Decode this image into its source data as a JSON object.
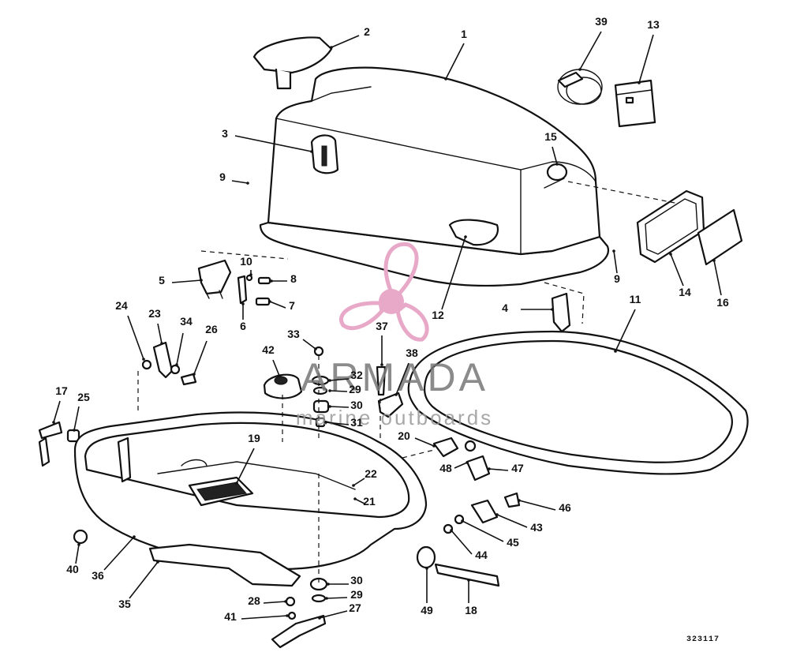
{
  "watermark": {
    "name": "ARMADA",
    "tagline": "marine outboards",
    "logo_color": "#e8a9c8",
    "text_color": "#777777"
  },
  "reference_code": "323117",
  "callouts": [
    {
      "id": "c1",
      "label": "1"
    },
    {
      "id": "c2",
      "label": "2"
    },
    {
      "id": "c3",
      "label": "3"
    },
    {
      "id": "c4",
      "label": "4"
    },
    {
      "id": "c5",
      "label": "5"
    },
    {
      "id": "c6",
      "label": "6"
    },
    {
      "id": "c7",
      "label": "7"
    },
    {
      "id": "c8",
      "label": "8"
    },
    {
      "id": "c9a",
      "label": "9"
    },
    {
      "id": "c9b",
      "label": "9"
    },
    {
      "id": "c10",
      "label": "10"
    },
    {
      "id": "c11",
      "label": "11"
    },
    {
      "id": "c12",
      "label": "12"
    },
    {
      "id": "c13",
      "label": "13"
    },
    {
      "id": "c14",
      "label": "14"
    },
    {
      "id": "c15",
      "label": "15"
    },
    {
      "id": "c16",
      "label": "16"
    },
    {
      "id": "c17",
      "label": "17"
    },
    {
      "id": "c18",
      "label": "18"
    },
    {
      "id": "c19",
      "label": "19"
    },
    {
      "id": "c20",
      "label": "20"
    },
    {
      "id": "c21",
      "label": "21"
    },
    {
      "id": "c22",
      "label": "22"
    },
    {
      "id": "c23",
      "label": "23"
    },
    {
      "id": "c24",
      "label": "24"
    },
    {
      "id": "c25",
      "label": "25"
    },
    {
      "id": "c26",
      "label": "26"
    },
    {
      "id": "c27",
      "label": "27"
    },
    {
      "id": "c28",
      "label": "28"
    },
    {
      "id": "c29a",
      "label": "29"
    },
    {
      "id": "c29b",
      "label": "29"
    },
    {
      "id": "c30a",
      "label": "30"
    },
    {
      "id": "c30b",
      "label": "30"
    },
    {
      "id": "c31",
      "label": "31"
    },
    {
      "id": "c32",
      "label": "32"
    },
    {
      "id": "c33",
      "label": "33"
    },
    {
      "id": "c34",
      "label": "34"
    },
    {
      "id": "c35",
      "label": "35"
    },
    {
      "id": "c36",
      "label": "36"
    },
    {
      "id": "c37",
      "label": "37"
    },
    {
      "id": "c38",
      "label": "38"
    },
    {
      "id": "c39",
      "label": "39"
    },
    {
      "id": "c40",
      "label": "40"
    },
    {
      "id": "c41",
      "label": "41"
    },
    {
      "id": "c42",
      "label": "42"
    },
    {
      "id": "c43",
      "label": "43"
    },
    {
      "id": "c44",
      "label": "44"
    },
    {
      "id": "c45",
      "label": "45"
    },
    {
      "id": "c46",
      "label": "46"
    },
    {
      "id": "c47",
      "label": "47"
    },
    {
      "id": "c48",
      "label": "48"
    },
    {
      "id": "c49",
      "label": "49"
    }
  ]
}
